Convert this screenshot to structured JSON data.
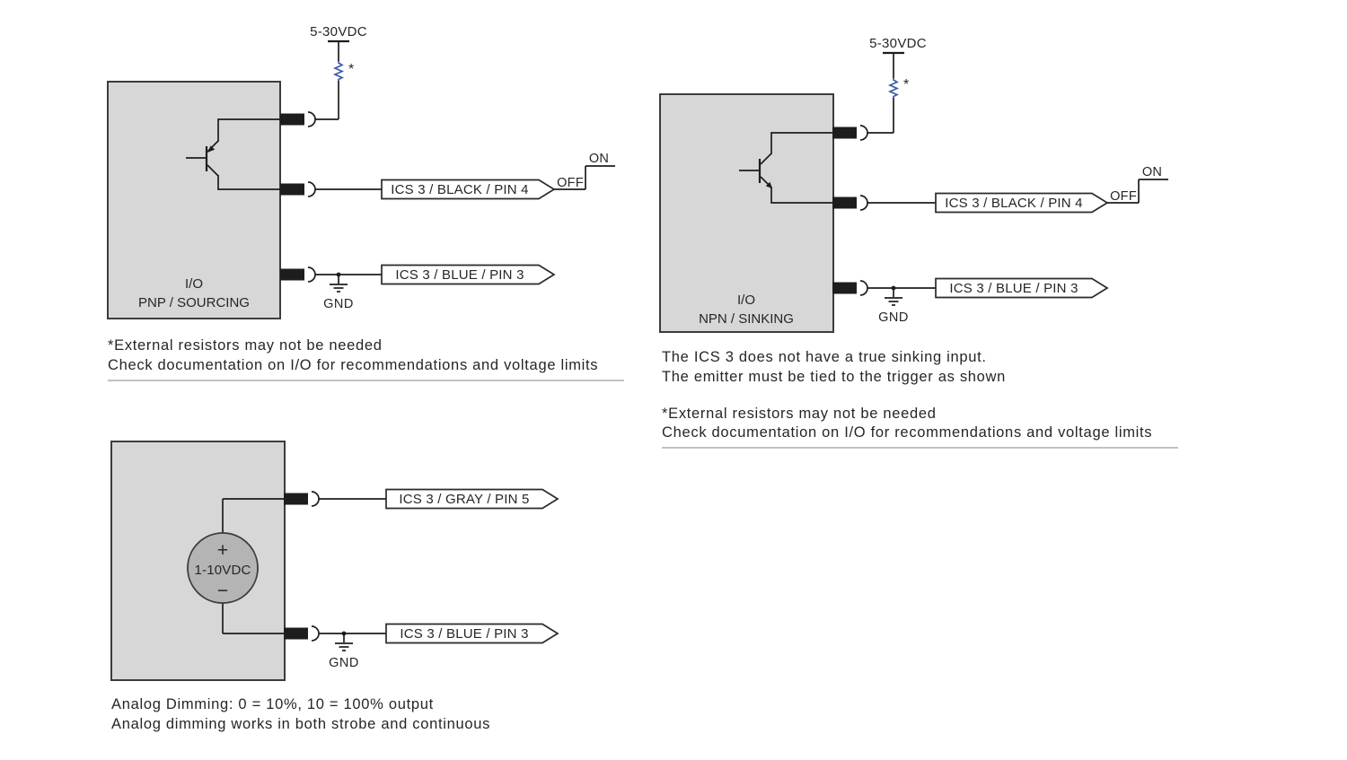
{
  "colors": {
    "box_fill": "#d7d7d7",
    "box_stroke": "#3c3c3c",
    "source_fill": "#b4b4b4",
    "wire": "#1d1d1d",
    "resistor_blue": "#3c5ba8",
    "flag_fill": "#ffffff",
    "rule_gray": "#9c9c9c",
    "text": "#262626"
  },
  "pnp": {
    "supply_label": "5-30VDC",
    "resistor_marker": "*",
    "box_label_line1": "I/O",
    "box_label_line2": "PNP / SOURCING",
    "trigger_flag": "ICS 3 / BLACK / PIN 4",
    "ground_flag": "ICS 3 / BLUE / PIN 3",
    "gnd_label": "GND",
    "waveform_on": "ON",
    "waveform_off": "OFF",
    "notes": [
      "*External resistors may not be needed",
      "Check documentation on I/O for recommendations and voltage limits"
    ]
  },
  "npn": {
    "supply_label": "5-30VDC",
    "resistor_marker": "*",
    "box_label_line1": "I/O",
    "box_label_line2": "NPN / SINKING",
    "trigger_flag": "ICS 3 / BLACK / PIN 4",
    "ground_flag": "ICS 3 / BLUE / PIN 3",
    "gnd_label": "GND",
    "waveform_on": "ON",
    "waveform_off": "OFF",
    "notes": [
      "The ICS 3 does not have a true sinking input.",
      "The emitter must be tied to the trigger as shown",
      "*External resistors may not be needed",
      "Check documentation on I/O for recommendations and voltage limits"
    ]
  },
  "analog": {
    "source_plus": "+",
    "source_value": "1-10VDC",
    "source_minus": "−",
    "dimming_flag": "ICS 3 / GRAY / PIN 5",
    "ground_flag": "ICS 3 / BLUE / PIN 3",
    "gnd_label": "GND",
    "notes": [
      "Analog Dimming: 0 = 10%, 10 = 100% output",
      "Analog dimming works in both strobe and continuous"
    ]
  }
}
